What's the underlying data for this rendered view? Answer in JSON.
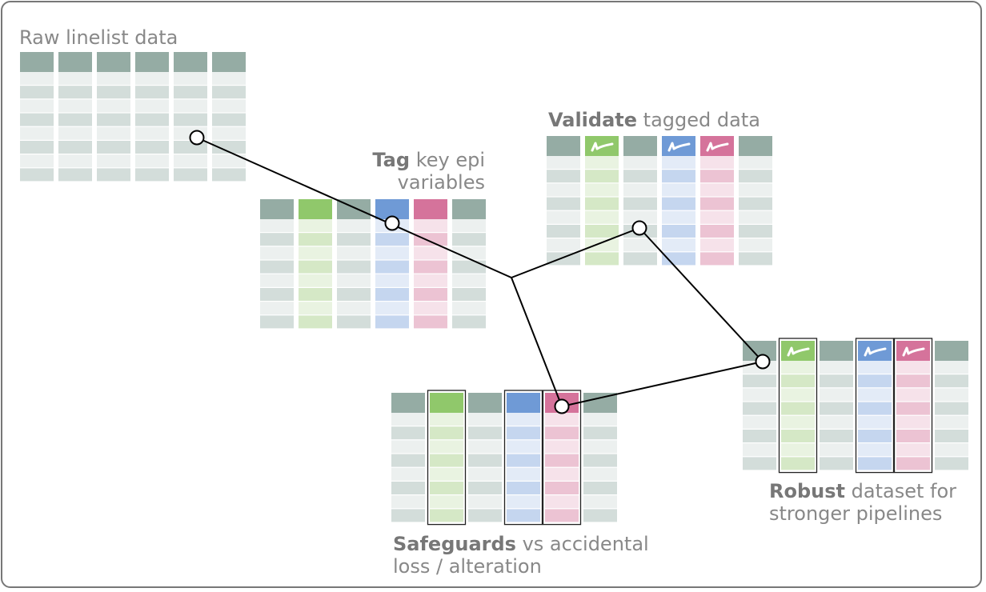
{
  "captions": {
    "raw": "Raw linelist data",
    "tag_bold": "Tag",
    "tag_rest1": " key epi",
    "tag_rest2": "variables",
    "validate_bold": "Validate",
    "validate_rest": " tagged data",
    "safeguards_bold": "Safeguards",
    "safeguards_rest1": " vs accidental",
    "safeguards_rest2": "loss / alteration",
    "robust_bold": "Robust",
    "robust_rest1": " dataset for",
    "robust_rest2": "stronger pipelines"
  },
  "colors": {
    "grey_header": "#95aca4",
    "grey_cell_dark": "#d3ddda",
    "grey_cell_light": "#ecf0ef",
    "green_header": "#90c86b",
    "green_cell_dark": "#d5e8c6",
    "green_cell_light": "#e9f3e1",
    "blue_header": "#6f9ad6",
    "blue_cell_dark": "#c5d6ef",
    "blue_cell_light": "#e3ebf7",
    "pink_header": "#d5739b",
    "pink_cell_dark": "#ecc3d3",
    "pink_cell_light": "#f6e2ea",
    "line": "#000000",
    "frame": "#777777"
  },
  "tables": [
    {
      "name": "raw-linelist-table",
      "columns": [
        "grey",
        "grey",
        "grey",
        "grey",
        "grey",
        "grey"
      ],
      "checked": [],
      "boxed": []
    },
    {
      "name": "tagged-table",
      "columns": [
        "grey",
        "green",
        "grey",
        "blue",
        "pink",
        "grey"
      ],
      "checked": [],
      "boxed": []
    },
    {
      "name": "validated-table",
      "columns": [
        "grey",
        "green",
        "grey",
        "blue",
        "pink",
        "grey"
      ],
      "checked": [
        1,
        3,
        4
      ],
      "boxed": []
    },
    {
      "name": "safeguarded-table",
      "columns": [
        "grey",
        "green",
        "grey",
        "blue",
        "pink",
        "grey"
      ],
      "checked": [],
      "boxed": [
        1,
        3,
        4
      ]
    },
    {
      "name": "robust-table",
      "columns": [
        "grey",
        "green",
        "grey",
        "blue",
        "pink",
        "grey"
      ],
      "checked": [
        1,
        3,
        4
      ],
      "boxed": [
        1,
        3,
        4
      ]
    }
  ],
  "icons": [
    "check-icon",
    "connector-node"
  ]
}
